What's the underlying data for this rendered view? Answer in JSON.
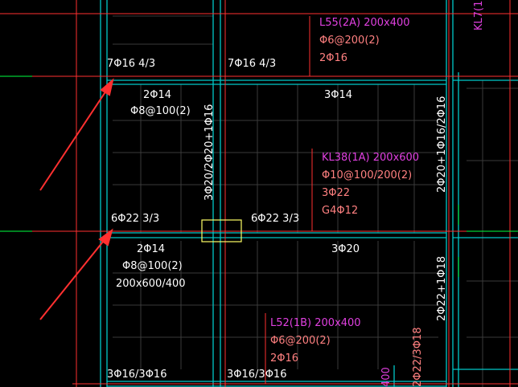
{
  "colors": {
    "background": "#000000",
    "beam_line": "#00c8c8",
    "axis_line": "#ff3030",
    "grid_line": "#404040",
    "white_text": "#ffffff",
    "magenta_text": "#e040e0",
    "salmon_text": "#ff8080",
    "highlight_box": "#ffff66",
    "green_line": "#00ff40",
    "arrow": "#ff3030"
  },
  "annotations": {
    "top_left_rebar": "7Φ16 4/3",
    "top_mid_rebar": "7Φ16 4/3",
    "l55_name": "L55(2A) 200x400",
    "l55_stirrup": "Φ6@200(2)",
    "l55_top": "2Φ16",
    "kl7_partial": "KL7(1",
    "upper_left_top": "2Φ14",
    "upper_left_stirrup": "Φ8@100(2)",
    "upper_right_top": "3Φ14",
    "vertical_mid": "3Φ20/2Φ20+1Φ16",
    "kl38_name": "KL38(1A) 200x600",
    "kl38_stirrup": "Φ10@100/200(2)",
    "kl38_top": "3Φ22",
    "kl38_side": "G4Φ12",
    "right_vertical_upper": "2Φ20+1Φ16/2Φ16",
    "mid_left_rebar": "6Φ22 3/3",
    "mid_mid_rebar": "6Φ22 3/3",
    "lower_left_top": "2Φ14",
    "lower_left_stirrup": "Φ8@100(2)",
    "lower_left_size": "200x600/400",
    "lower_right_top": "3Φ20",
    "right_vertical_lower": "2Φ22+1Φ18",
    "l52_name": "L52(1B) 200x400",
    "l52_stirrup": "Φ6@200(2)",
    "l52_top": "2Φ16",
    "bottom_left_rebar": "3Φ16/3Φ16",
    "bottom_mid_rebar": "3Φ16/3Φ16",
    "bottom_vertical_a": "2Φ22/3Φ18",
    "bottom_vertical_b": "400"
  }
}
